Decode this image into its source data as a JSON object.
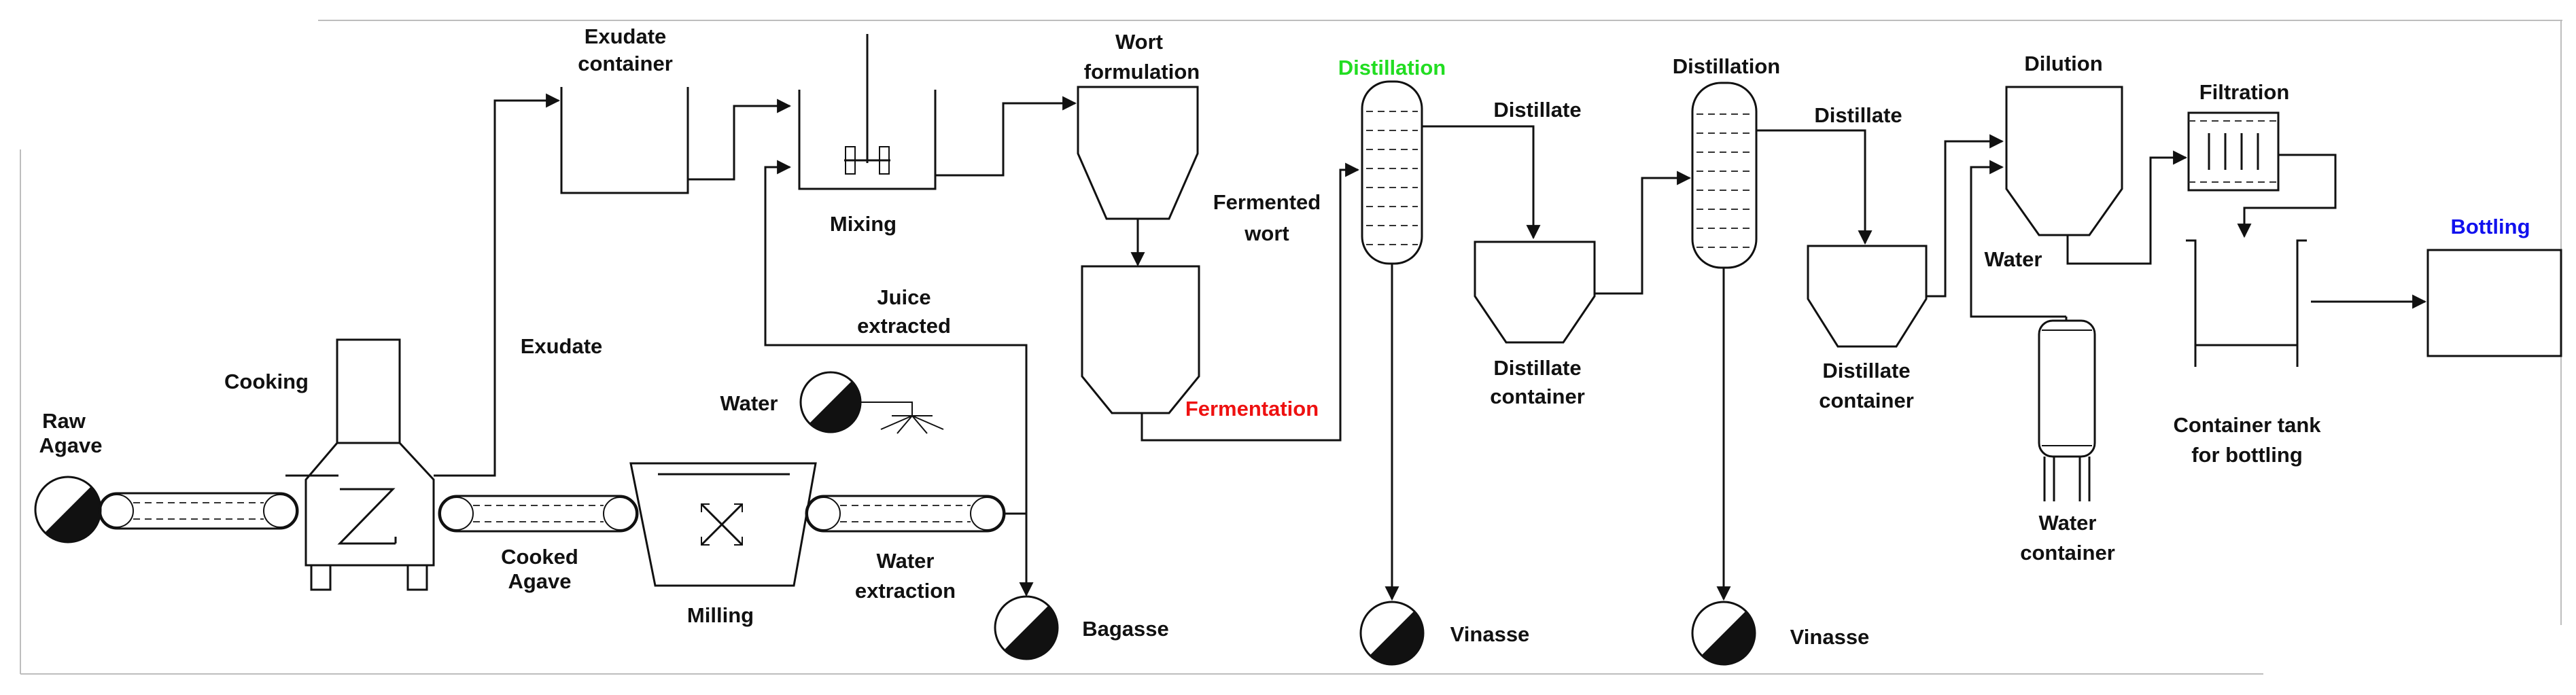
{
  "diagram": {
    "title_colors": {
      "distillation_1": "#22dd22",
      "fermentation": "#ee1111",
      "bottling": "#1111ee",
      "default": "#111111"
    },
    "labels": {
      "raw_agave": [
        "Raw",
        "Agave"
      ],
      "cooking": "Cooking",
      "exudate": "Exudate",
      "exudate_container": [
        "Exudate",
        "container"
      ],
      "cooked_agave": [
        "Cooked",
        "Agave"
      ],
      "milling": "Milling",
      "mixing": "Mixing",
      "water_spray": "Water",
      "juice_extracted": [
        "Juice",
        "extracted"
      ],
      "water_extraction": [
        "Water",
        "extraction"
      ],
      "bagasse": "Bagasse",
      "wort_formulation": [
        "Wort",
        "formulation"
      ],
      "fermented_wort": [
        "Fermented",
        "wort"
      ],
      "fermentation": "Fermentation",
      "distillation_1": "Distillation",
      "distillate_1": "Distillate",
      "distillate_container_1": [
        "Distillate",
        "container"
      ],
      "vinasse_1": "Vinasse",
      "distillation_2": "Distillation",
      "distillate_2": "Distillate",
      "distillate_container_2": [
        "Distillate",
        "container"
      ],
      "vinasse_2": "Vinasse",
      "dilution": "Dilution",
      "water_dilution": "Water",
      "water_container": [
        "Water",
        "container"
      ],
      "filtration": "Filtration",
      "container_tank": [
        "Container tank",
        "for bottling"
      ],
      "bottling": "Bottling"
    }
  }
}
